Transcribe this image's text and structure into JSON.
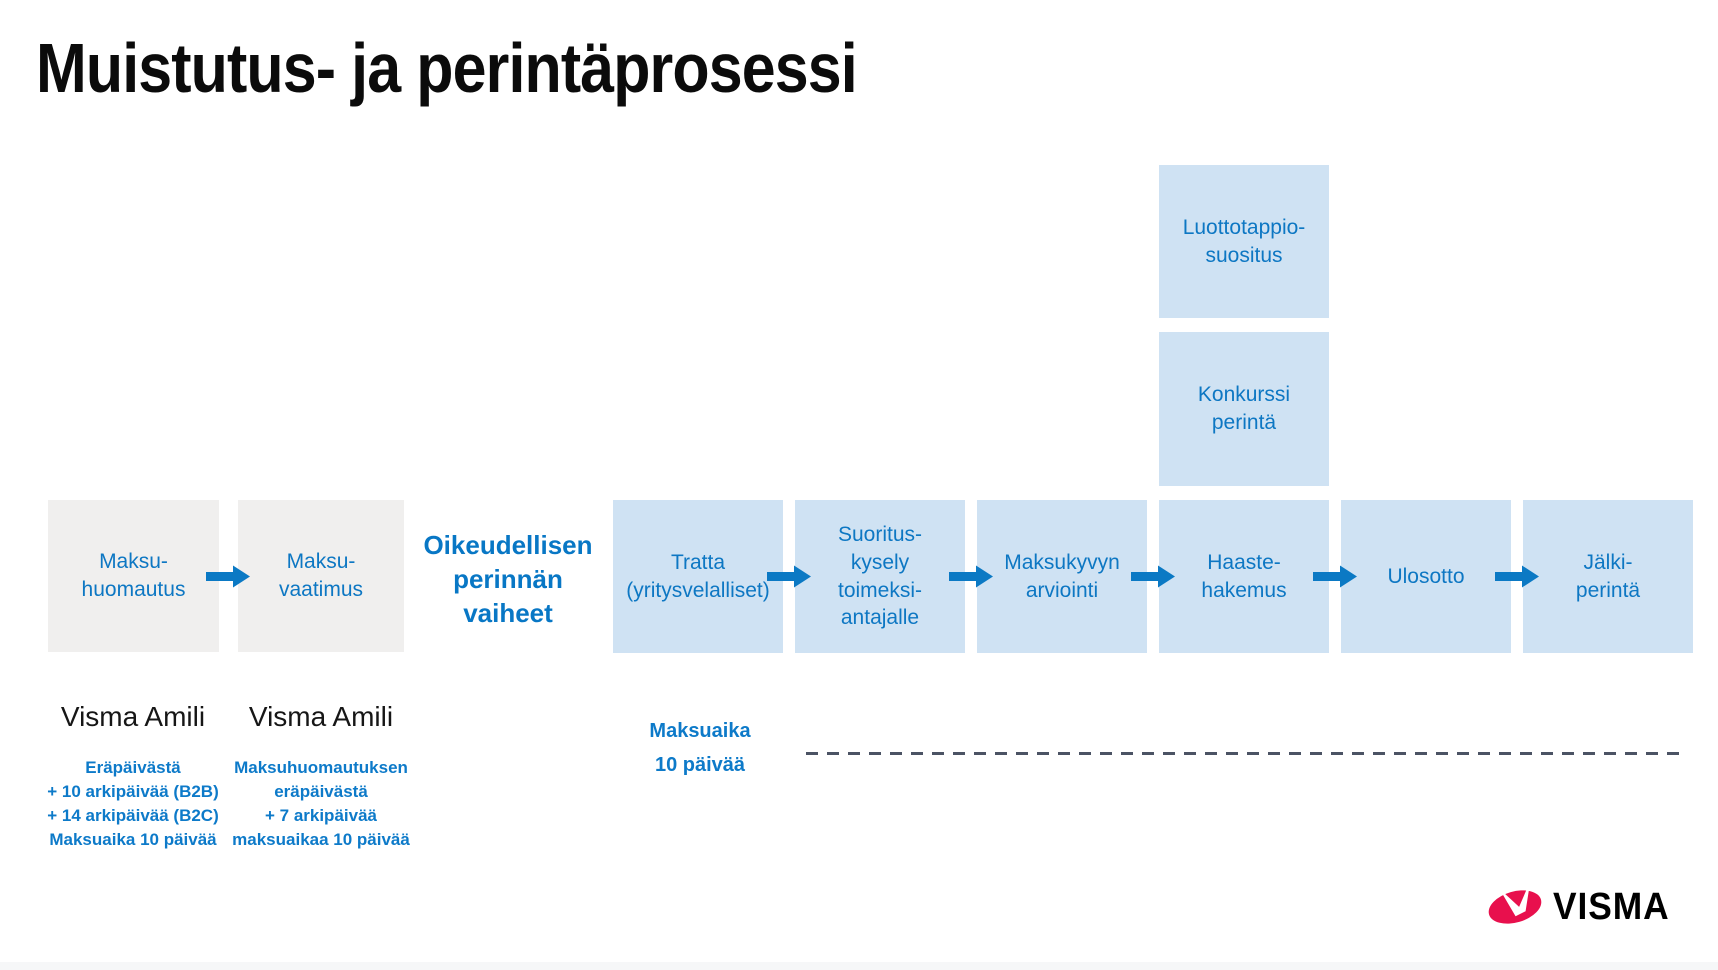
{
  "title": "Muistutus- ja perintäprosessi",
  "reminder_stage": {
    "boxes": [
      {
        "label": "Maksu-\nhuomautus"
      },
      {
        "label": "Maksu-\nvaatimus"
      }
    ]
  },
  "legal_stage": {
    "heading": "Oikeudellisen\nperinnän\nvaiheet",
    "boxes": [
      {
        "label": "Tratta\n(yritysvelalliset)"
      },
      {
        "label": "Suoritus-\nkysely\ntoimeksi-\nantajalle"
      },
      {
        "label": "Maksukyvyn\narviointi"
      },
      {
        "label": "Haaste-\nhakemus"
      },
      {
        "label": "Ulosotto"
      },
      {
        "label": "Jälki-\nperintä"
      }
    ],
    "branch_boxes": [
      {
        "label": "Luottotappio-\nsuositus"
      },
      {
        "label": "Konkurssi\nperintä"
      }
    ]
  },
  "annotations": {
    "amili_left": {
      "title": "Visma Amili",
      "details": "Eräpäivästä\n+ 10 arkipäivää (B2B)\n+ 14 arkipäivää (B2C)\nMaksuaika 10 päivää"
    },
    "amili_right": {
      "title": "Visma Amili",
      "details": "Maksuhuomautuksen\neräpäivästä\n+ 7 arkipäivää\nmaksuaikaa 10 päivää"
    },
    "payment_term": "Maksuaika\n10 päivää"
  },
  "logo": {
    "brand": "VISMA"
  },
  "colors": {
    "accent_blue": "#0b79c4",
    "heading_blue": "#0877c5",
    "light_blue_fill": "#cfe2f3",
    "gray_fill": "#f0efee",
    "brand_red": "#e8104d",
    "dash_gray": "#4b5364"
  }
}
